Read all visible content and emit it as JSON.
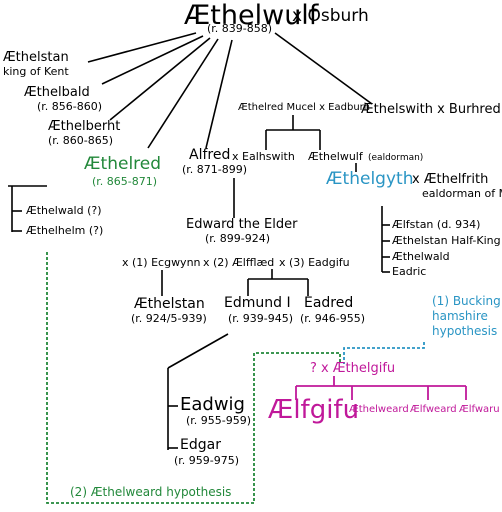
{
  "colors": {
    "line": "#000000",
    "green": "#22883a",
    "blue": "#2a95c4",
    "magenta": "#c0189a"
  },
  "nodes": {
    "aethelwulf": {
      "name": "Æthelwulf",
      "spouse": "x Osburh",
      "reign": "(r. 839-858)"
    },
    "aethelstan_kent": {
      "name": "Æthelstan",
      "title": "king of Kent"
    },
    "aethelbald": {
      "name": "Æthelbald",
      "reign": "(r. 856-860)"
    },
    "aethelberht": {
      "name": "Æthelberht",
      "reign": "(r. 860-865)"
    },
    "aethelred": {
      "name": "Æthelred",
      "reign": "(r. 865-871)"
    },
    "aethelwald": {
      "name": "Æthelwald (?)"
    },
    "aethelhelm": {
      "name": "Æthelhelm (?)"
    },
    "alfred": {
      "name": "Alfred",
      "spouse": "x Ealhswith",
      "reign": "(r. 871-899)"
    },
    "aethelred_mucel": {
      "label": "Æthelred Mucel x Eadburh"
    },
    "aethelwulf_ealdorman": {
      "name": "Æthelwulf",
      "title": "(ealdorman)"
    },
    "aethelswith": {
      "label": "Æthelswith x Burhred"
    },
    "edward": {
      "name": "Edward the Elder",
      "reign": "(r. 899-924)"
    },
    "aethelgyth": {
      "name": "Æthelgyth",
      "spouse": "x Æthelfrith",
      "spouse_title": "ealdorman of Merc"
    },
    "aethelfrith_children": [
      "Ælfstan (d. 934)",
      "Æthelstan Half-King",
      "Æthelwald",
      "Eadric"
    ],
    "edward_wives": {
      "w1": "x (1) Ecgwynn",
      "w2": "x (2) Ælfflæd",
      "w3": "x (3) Eadgifu"
    },
    "aethelstan": {
      "name": "Æthelstan",
      "reign": "(r. 924/5-939)"
    },
    "edmund": {
      "name": "Edmund I",
      "reign": "(r. 939-945)"
    },
    "eadred": {
      "name": "Eadred",
      "reign": "(r. 946-955)"
    },
    "eadwig": {
      "name": "Eadwig",
      "reign": "(r. 955-959)"
    },
    "edgar": {
      "name": "Edgar",
      "reign": "(r. 959-975)"
    },
    "aethelgifu": {
      "label": "? x Æthelgifu"
    },
    "aelfgifu": {
      "name": "Ælfgifu"
    },
    "aelfgifu_siblings": [
      "Æthelweard",
      "Ælfweard",
      "Ælfwaru"
    ]
  },
  "hypotheses": {
    "buckinghamshire": [
      "(1) Bucking",
      "hamshire",
      "hypothesis"
    ],
    "aethelweard": "(2) Æthelweard hypothesis"
  }
}
